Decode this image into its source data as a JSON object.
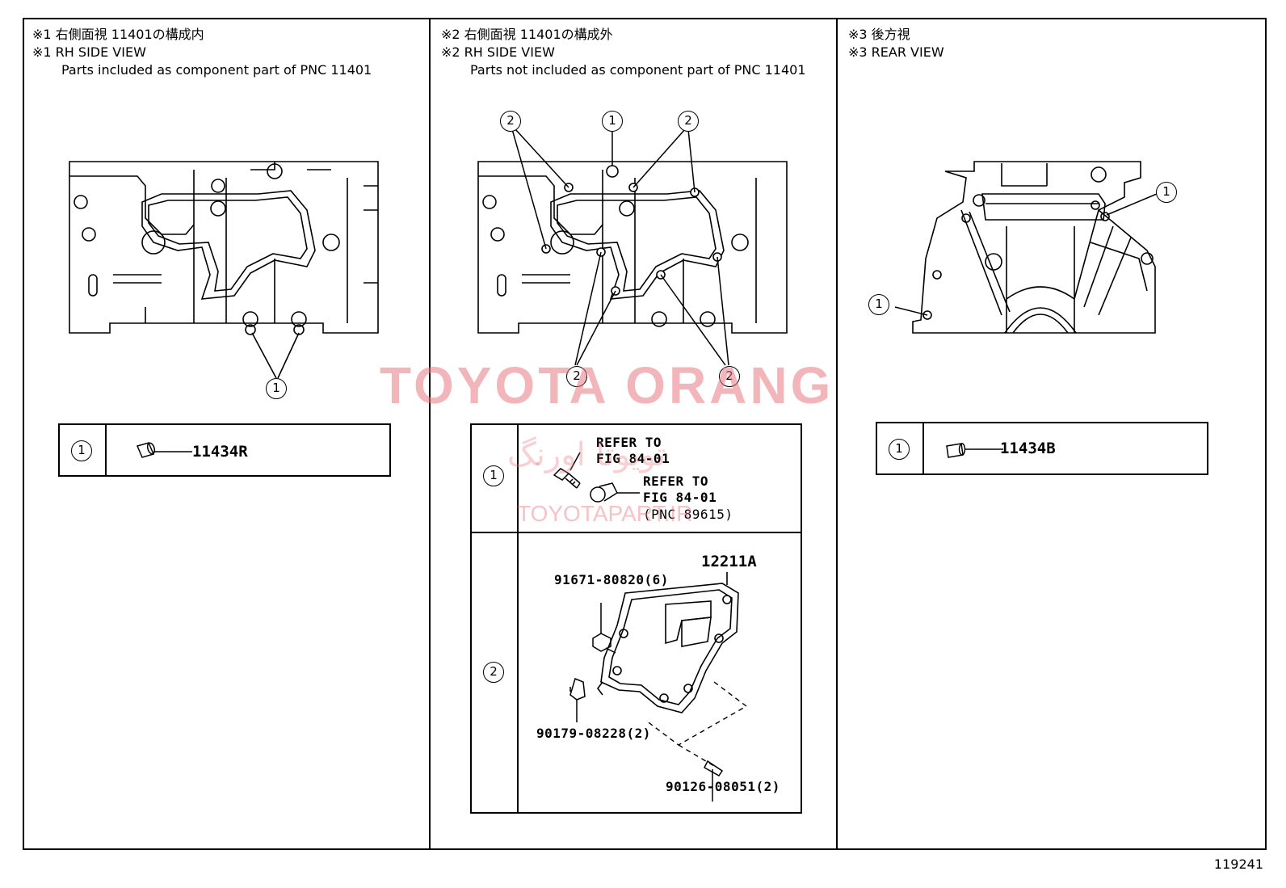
{
  "sections": [
    {
      "title_jp": "※1 右側面視 11401の構成内",
      "title_en": "※1 RH SIDE VIEW",
      "subtitle": "Parts included as component part of PNC 11401",
      "callouts": [
        "1"
      ],
      "legend": [
        {
          "ref": "1",
          "part": "11434R"
        }
      ]
    },
    {
      "title_jp": "※2 右側面視 11401の構成外",
      "title_en": "※2 RH SIDE VIEW",
      "subtitle": "Parts not included as component part of PNC 11401",
      "callouts": [
        "2",
        "1",
        "2",
        "2",
        "2"
      ],
      "legend": [
        {
          "ref": "1",
          "lines": [
            "REFER TO",
            "FIG 84-01",
            "REFER TO",
            "FIG 84-01",
            "(PNC 89615)"
          ]
        },
        {
          "ref": "2",
          "parts": [
            "12211A",
            "91671-80820(6)",
            "90179-08228(2)",
            "90126-08051(2)"
          ]
        }
      ]
    },
    {
      "title_jp": "※3 後方視",
      "title_en": "※3 REAR VIEW",
      "callouts": [
        "1",
        "1"
      ],
      "legend": [
        {
          "ref": "1",
          "part": "11434B"
        }
      ]
    }
  ],
  "watermark": {
    "main": "TOYOTA ORANG",
    "persian": "تویوتا اورنگ",
    "url": "TOYOTAPART.IR"
  },
  "figure_number": "119241"
}
